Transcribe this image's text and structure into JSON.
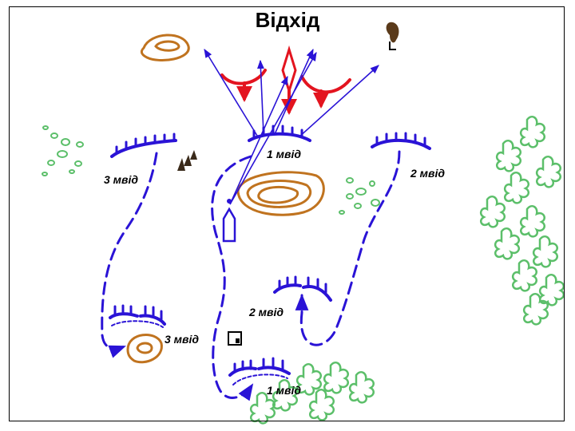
{
  "title": "Відхід",
  "labels": {
    "platoon1_top": "1 мвід",
    "platoon2_top": "2 мвід",
    "platoon3_top": "3 мвід",
    "platoon2_bottom": "2 мвід",
    "platoon3_bottom": "3 мвід",
    "platoon1_bottom": "1 мвід"
  },
  "colors": {
    "own_units": "#2a13d6",
    "enemy": "#e3141f",
    "terrain_height": "#c0731f",
    "vegetation": "#5cbf6a",
    "frame": "#000000"
  },
  "icons": {
    "enemy_attack": "red-arc-arrow",
    "vehicle": "boat-outline",
    "tree": "tree-symbol",
    "building": "building-symbol",
    "rocks": "rock-symbol"
  }
}
